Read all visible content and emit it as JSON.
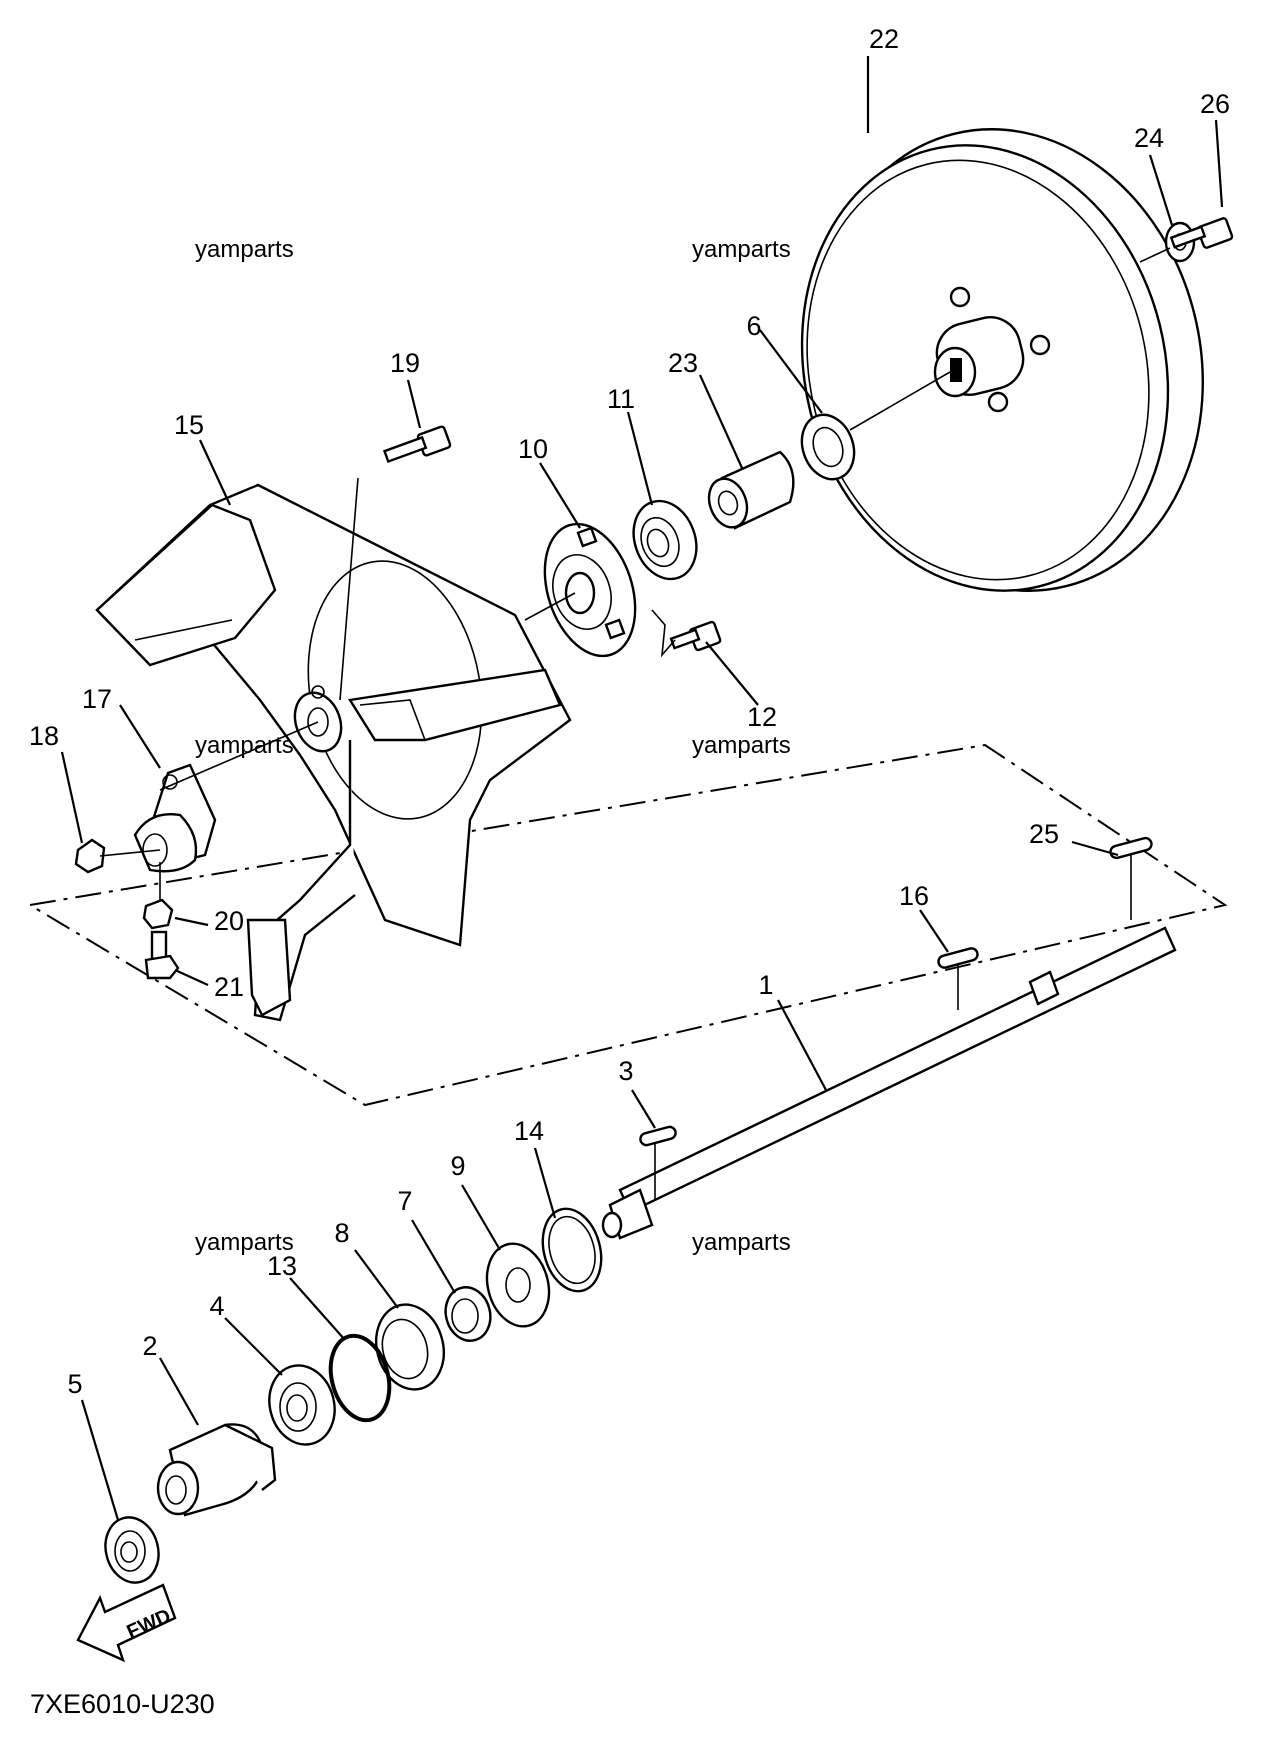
{
  "diagram_code": "7XE6010-U230",
  "direction_label": "FWD",
  "watermark": "yamparts",
  "callouts": [
    "1",
    "2",
    "3",
    "4",
    "5",
    "6",
    "7",
    "8",
    "9",
    "10",
    "11",
    "12",
    "13",
    "14",
    "15",
    "16",
    "17",
    "18",
    "19",
    "20",
    "21",
    "22",
    "23",
    "24",
    "25",
    "26"
  ]
}
